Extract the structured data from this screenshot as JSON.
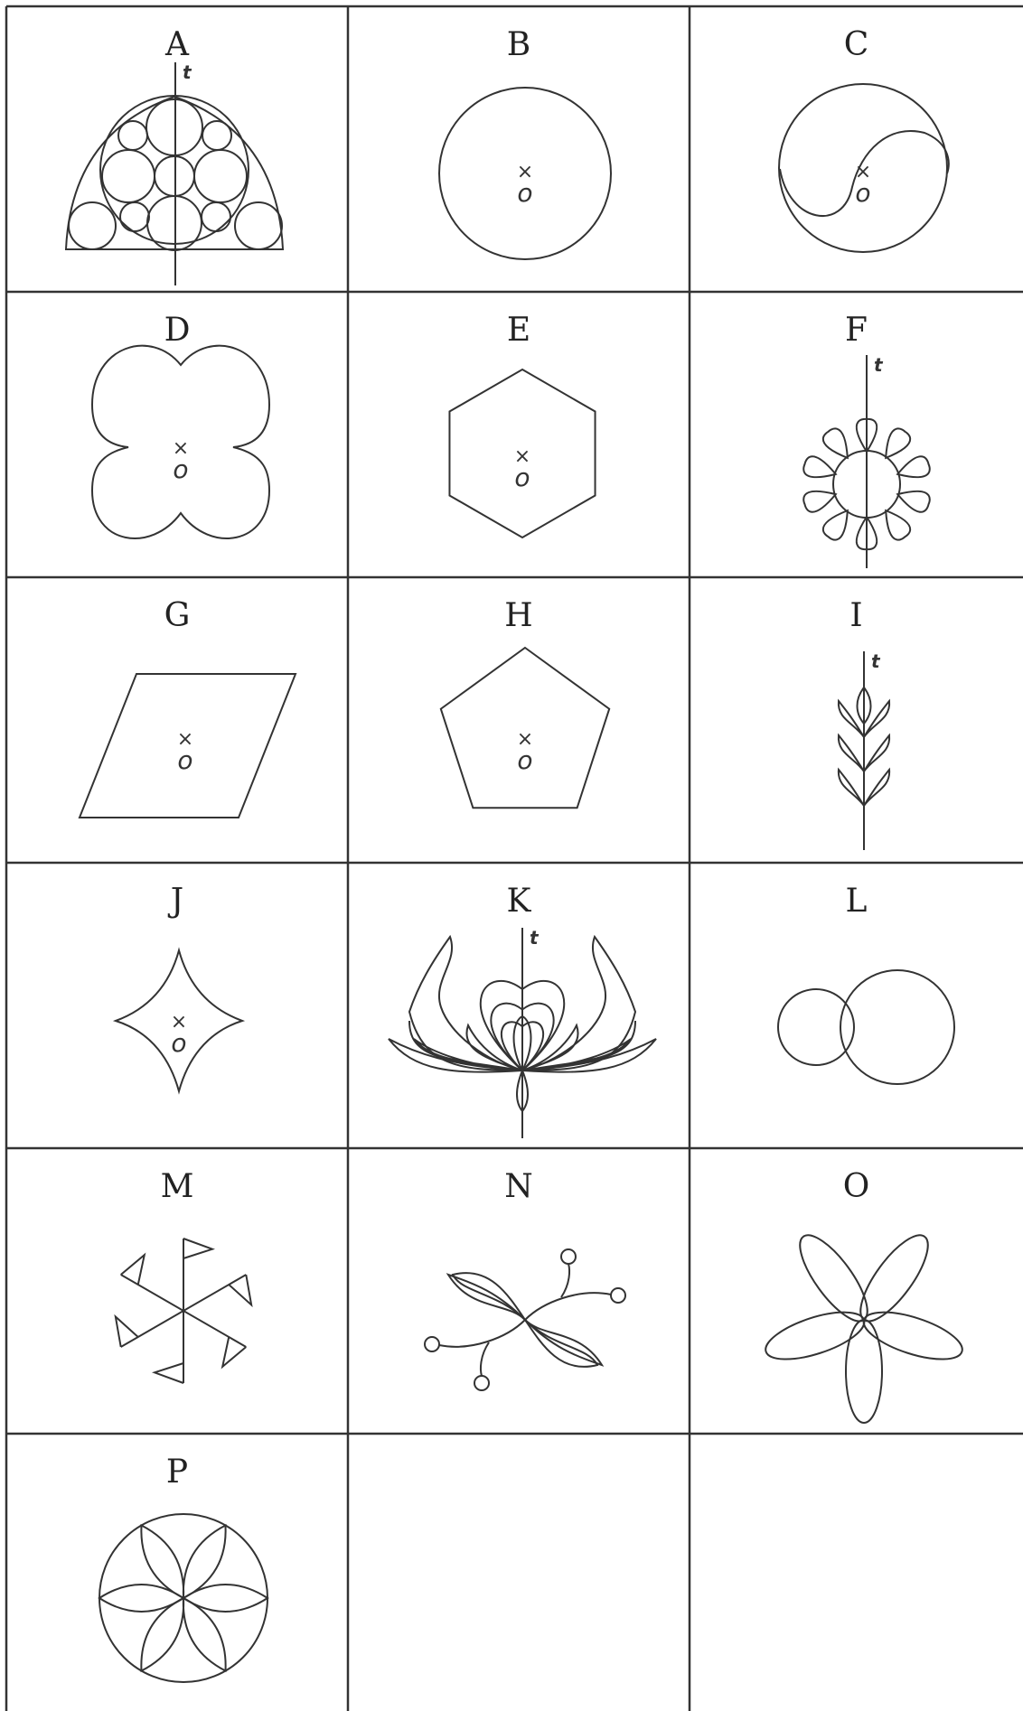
{
  "colors": {
    "line": "#333333",
    "background": "#ffffff"
  },
  "origin_text": "o",
  "origin_mark": "×",
  "axis_text": "t",
  "panels": [
    {
      "label": "A",
      "figure": "semicircle-packed-circles",
      "has_axis": true,
      "has_origin": false
    },
    {
      "label": "B",
      "figure": "circle",
      "has_axis": false,
      "has_origin": true
    },
    {
      "label": "C",
      "figure": "circle-yin-yang-curve",
      "has_axis": false,
      "has_origin": true
    },
    {
      "label": "D",
      "figure": "four-lobed-shape",
      "has_axis": false,
      "has_origin": true
    },
    {
      "label": "E",
      "figure": "hexagon",
      "has_axis": false,
      "has_origin": true
    },
    {
      "label": "F",
      "figure": "flower-with-heart-petals",
      "has_axis": true,
      "has_origin": false
    },
    {
      "label": "G",
      "figure": "parallelogram",
      "has_axis": false,
      "has_origin": true
    },
    {
      "label": "H",
      "figure": "pentagon",
      "has_axis": false,
      "has_origin": true
    },
    {
      "label": "I",
      "figure": "leaf-sprig",
      "has_axis": true,
      "has_origin": false
    },
    {
      "label": "J",
      "figure": "four-point-star",
      "has_axis": false,
      "has_origin": true
    },
    {
      "label": "K",
      "figure": "lotus-ornament",
      "has_axis": true,
      "has_origin": false
    },
    {
      "label": "L",
      "figure": "two-overlapping-circles",
      "has_axis": false,
      "has_origin": false
    },
    {
      "label": "M",
      "figure": "flag-snowflake",
      "has_axis": false,
      "has_origin": false
    },
    {
      "label": "N",
      "figure": "swirl-leaves",
      "has_axis": false,
      "has_origin": false
    },
    {
      "label": "O",
      "figure": "five-ellipse-flower",
      "has_axis": false,
      "has_origin": false
    },
    {
      "label": "P",
      "figure": "circle-with-six-petal-rosette",
      "has_axis": false,
      "has_origin": false
    },
    {
      "label": "",
      "figure": "empty",
      "has_axis": false,
      "has_origin": false
    },
    {
      "label": "",
      "figure": "empty",
      "has_axis": false,
      "has_origin": false
    }
  ]
}
